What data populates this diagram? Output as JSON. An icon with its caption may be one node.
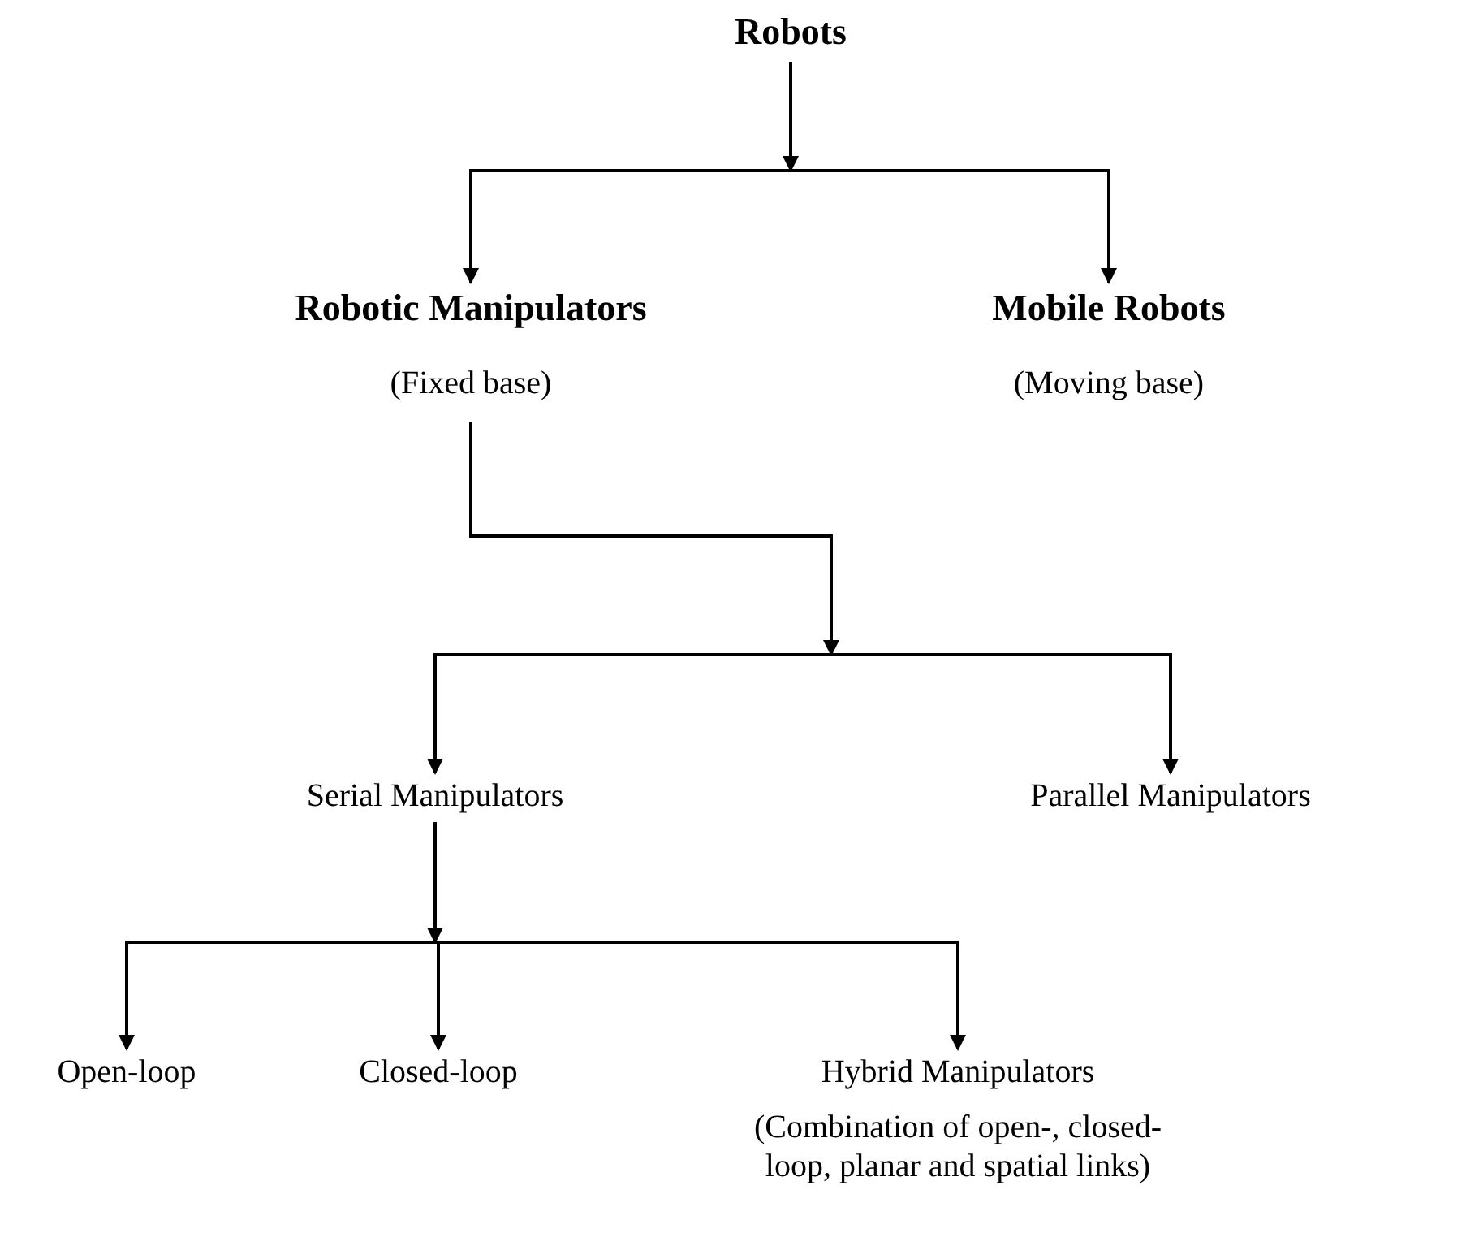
{
  "diagram": {
    "nodes": [
      {
        "text": [
          "Robots"
        ]
      },
      {
        "text": [
          "Robotic Manipulators",
          "(Fixed base)"
        ]
      },
      {
        "text": [
          "Mobile Robots",
          "(Moving base)"
        ]
      },
      {
        "text": [
          "Serial Manipulators"
        ]
      },
      {
        "text": [
          "Parallel Manipulators"
        ]
      },
      {
        "text": [
          "Open-loop"
        ]
      },
      {
        "text": [
          "Closed-loop"
        ]
      },
      {
        "text": [
          "Hybrid Manipulators",
          "(Combination of open-, closed-loop, planar and spatial links)"
        ]
      }
    ],
    "edges": [
      {
        "from": 0,
        "to": 1,
        "arrow": "to"
      },
      {
        "from": 0,
        "to": 2,
        "arrow": "to"
      },
      {
        "from": 1,
        "to": 3,
        "arrow": "to"
      },
      {
        "from": 1,
        "to": 4,
        "arrow": "to"
      },
      {
        "from": 3,
        "to": 5,
        "arrow": "to"
      },
      {
        "from": 3,
        "to": 6,
        "arrow": "to"
      },
      {
        "from": 3,
        "to": 7,
        "arrow": "to"
      }
    ]
  }
}
